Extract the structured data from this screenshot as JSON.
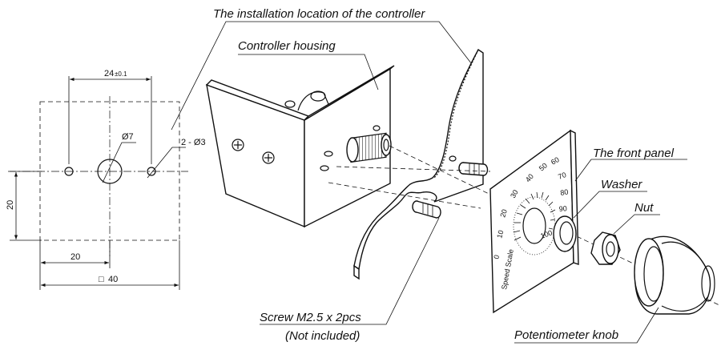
{
  "labels": {
    "installation_location": "The installation location of the controller",
    "controller_housing": "Controller housing",
    "front_panel": "The front panel",
    "washer": "Washer",
    "nut": "Nut",
    "screw": "Screw M2.5 x 2pcs",
    "not_included": "(Not included)",
    "potentiometer_knob": "Potentiometer knob"
  },
  "dimensions": {
    "hole_spacing": "24",
    "hole_spacing_tol": "±0.1",
    "center_hole": "Ø7",
    "side_holes": "2 - Ø3",
    "vertical_offset": "20",
    "horizontal_offset": "20",
    "square_size": "40",
    "square_symbol": "□"
  },
  "scale": {
    "ticks": [
      "0",
      "10",
      "20",
      "30",
      "40",
      "50",
      "60",
      "70",
      "80",
      "90",
      "100"
    ],
    "caption": "Speed Scale"
  }
}
